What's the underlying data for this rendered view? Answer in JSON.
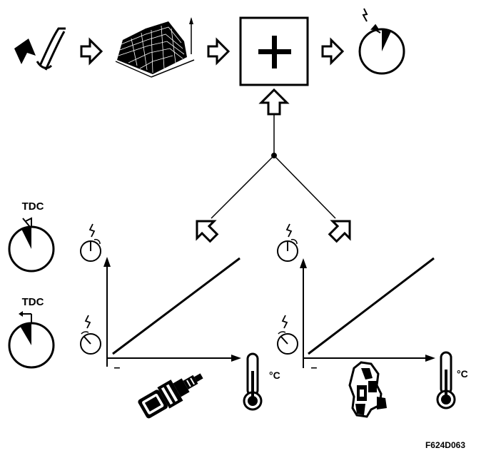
{
  "labels": {
    "tdc_upper": "TDC",
    "tdc_lower": "TDC",
    "unit_left": "°C",
    "unit_right": "°C",
    "minus_left": "–",
    "minus_right": "–",
    "reference": "F624D063"
  },
  "icons": {
    "airflow": "air-intake-icon",
    "map": "ignition-map-3d-icon",
    "adder": "plus-icon",
    "ignition": "spark-advance-dial-icon",
    "coolant_sensor": "coolant-temperature-sensor-icon",
    "air_sensor": "air-temperature-sensor-icon",
    "thermometer": "thermometer-icon"
  },
  "colors": {
    "ink": "#000000",
    "paper": "#ffffff"
  }
}
